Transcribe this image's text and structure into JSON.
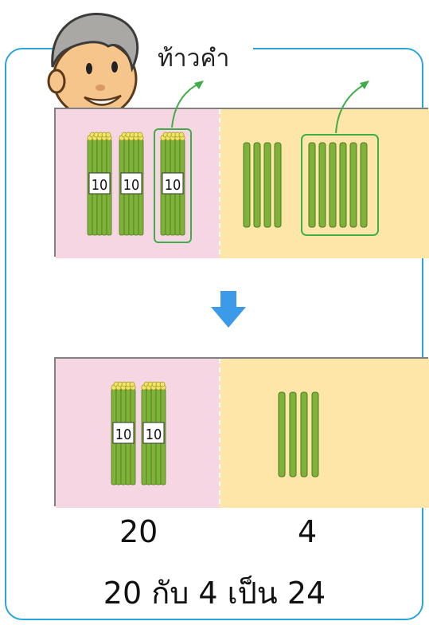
{
  "character": {
    "name": "ท้าวคำ"
  },
  "top_panel": {
    "left_bundles": [
      {
        "label": "10"
      },
      {
        "label": "10"
      },
      {
        "label": "10"
      }
    ],
    "right_single_sticks": 10
  },
  "bottom_panel": {
    "left_bundles": [
      {
        "label": "10"
      },
      {
        "label": "10"
      }
    ],
    "right_single_sticks": 4
  },
  "tens_value": "20",
  "ones_value": "4",
  "sentence": "20 กับ 4 เป็น 24",
  "colors": {
    "tens_bg": "#f7d6e3",
    "ones_bg": "#fde6a8",
    "stick": "#7fb23a",
    "frame": "#2aa5dc",
    "highlight": "#3fae49"
  }
}
